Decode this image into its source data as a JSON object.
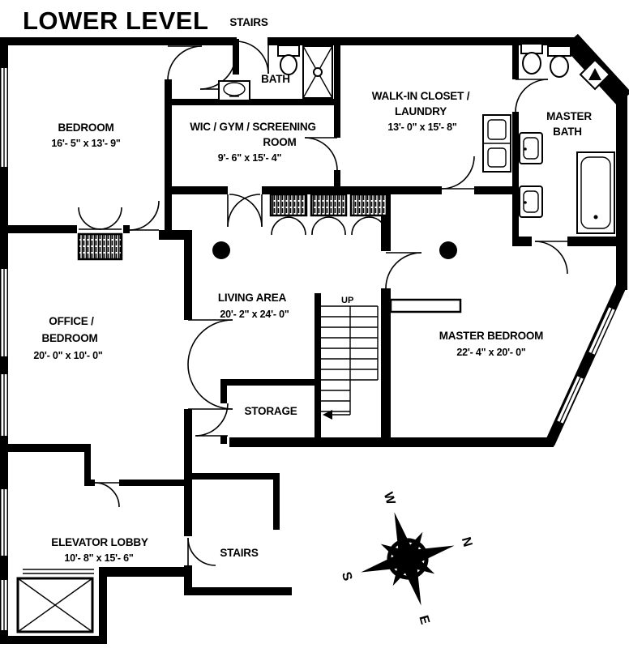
{
  "title": "LOWER LEVEL",
  "colors": {
    "wall": "#000000",
    "background": "#ffffff"
  },
  "rooms": {
    "bedroom": {
      "name": "BEDROOM",
      "dims": "16'- 5\" x 13'- 9\""
    },
    "wic_gym": {
      "name_line1": "WIC / GYM / SCREENING",
      "name_line2": "ROOM",
      "dims": "9'- 6\" x 15'- 4\""
    },
    "bath": {
      "name": "BATH"
    },
    "walk_in_closet": {
      "name_line1": "WALK-IN CLOSET /",
      "name_line2": "LAUNDRY",
      "dims": "13'- 0\" x 15'- 8\""
    },
    "master_bath": {
      "name_line1": "MASTER",
      "name_line2": "BATH"
    },
    "office": {
      "name_line1": "OFFICE /",
      "name_line2": "BEDROOM",
      "dims": "20'- 0\" x 10'- 0\""
    },
    "living": {
      "name": "LIVING AREA",
      "dims": "20'- 2\" x 24'- 0\""
    },
    "master_bedroom": {
      "name": "MASTER BEDROOM",
      "dims": "22'- 4\" x 20'- 0\""
    },
    "storage": {
      "name": "STORAGE"
    },
    "elevator_lobby": {
      "name": "ELEVATOR LOBBY",
      "dims": "10'- 8\" x 15'- 6\""
    },
    "stairs_top": {
      "name": "STAIRS"
    },
    "stairs_bottom": {
      "name": "STAIRS"
    }
  },
  "stairs": {
    "up_label": "UP"
  },
  "compass": {
    "north": "N",
    "south": "S",
    "east": "E",
    "west": "W"
  }
}
